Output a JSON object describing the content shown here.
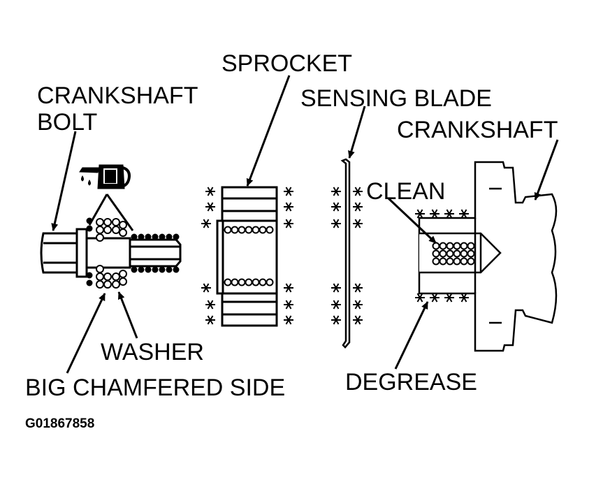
{
  "labels": {
    "sprocket": "SPROCKET",
    "crankshaft_bolt_line1": "CRANKSHAFT",
    "crankshaft_bolt_line2": "BOLT",
    "sensing_blade": "SENSING BLADE",
    "crankshaft": "CRANKSHAFT",
    "clean": "CLEAN",
    "washer": "WASHER",
    "big_chamfered_side": "BIG CHAMFERED SIDE",
    "degrease": "DEGREASE"
  },
  "figure_code": "G01867858",
  "colors": {
    "ink": "#000000",
    "background": "#ffffff"
  }
}
